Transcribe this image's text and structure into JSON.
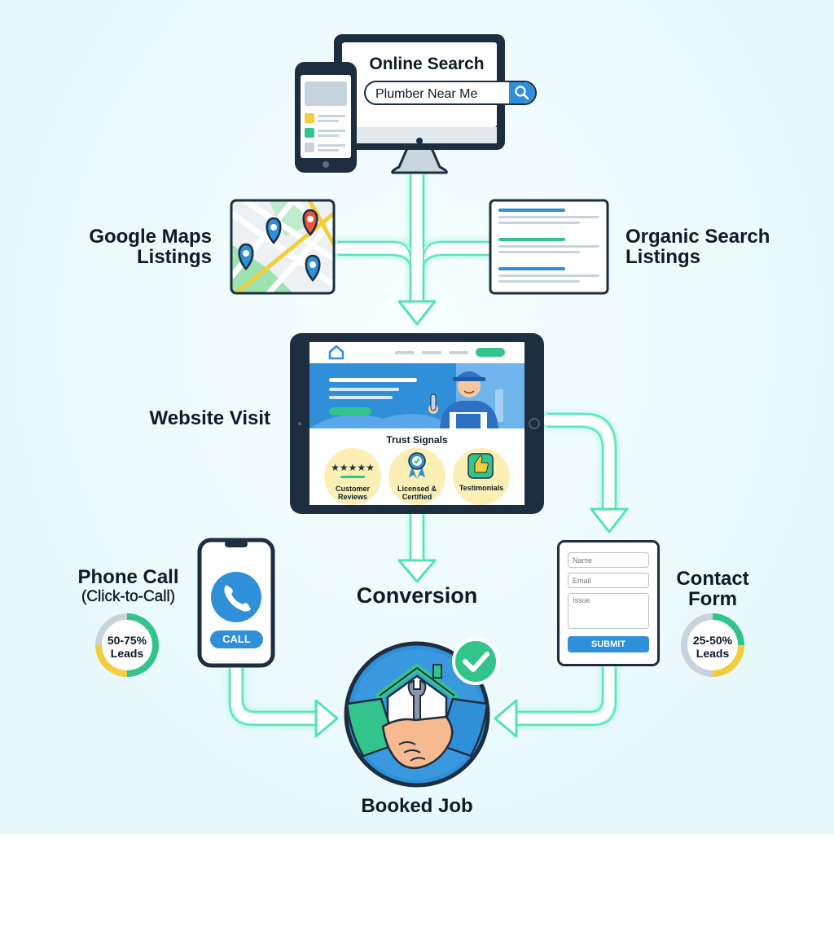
{
  "search": {
    "title": "Online Search",
    "query": "Plumber Near Me"
  },
  "sources": {
    "maps_label_line1": "Google Maps",
    "maps_label_line2": "Listings",
    "organic_label_line1": "Organic Search",
    "organic_label_line2": "Listings"
  },
  "website": {
    "label": "Website Visit",
    "trust_title": "Trust Signals",
    "badge_reviews_line1": "Customer",
    "badge_reviews_line2": "Reviews",
    "badge_licensed_line1": "Licensed &",
    "badge_licensed_line2": "Certified",
    "badge_testimonials": "Testimonials"
  },
  "conversion": {
    "label": "Conversion"
  },
  "phone": {
    "label_line1": "Phone Call",
    "label_line2": "(Click-to-Call)",
    "button": "CALL",
    "stat_line1": "50-75%",
    "stat_line2": "Leads",
    "share_low": 0.5,
    "share_high": 0.75
  },
  "form": {
    "label_line1": "Contact",
    "label_line2": "Form",
    "name_placeholder": "Name",
    "email_placeholder": "Email",
    "issue_placeholder": "Issue",
    "submit": "SUBMIT",
    "stat_line1": "25-50%",
    "stat_line2": "Leads",
    "share_low": 0.25,
    "share_high": 0.5
  },
  "outcome": {
    "label": "Booked Job"
  },
  "colors": {
    "navy": "#1c2e3f",
    "blue": "#2f8fd8",
    "green": "#33c48b",
    "yellow": "#f2cf3a",
    "arrow": "#7ff0d2",
    "badge_bg": "#fbefb6"
  }
}
